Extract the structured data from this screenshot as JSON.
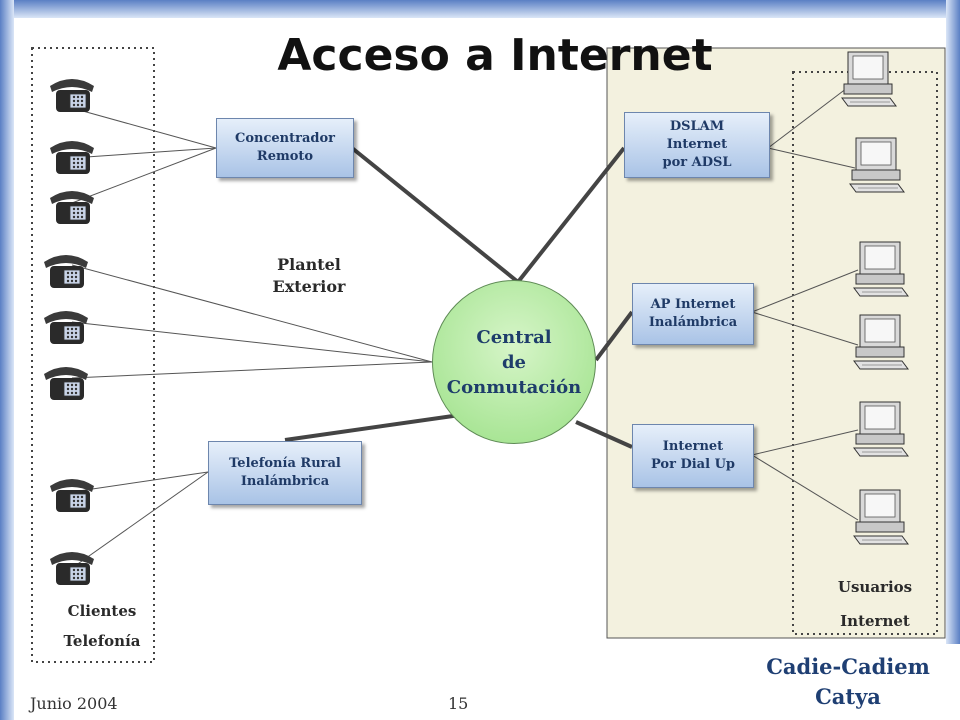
{
  "title": "Acceso a Internet",
  "nodes": {
    "concentrador": "Concentrador\nRemoto",
    "telefonia_rural": "Telefonía Rural\nInalámbrica",
    "central": "Central\nde\nConmutación",
    "dslam": "DSLAM\nInternet\n por ADSL",
    "ap": "AP Internet\nInalámbrica",
    "dialup": "Internet\nPor Dial Up"
  },
  "labels": {
    "plantel": "Plantel\nExterior",
    "clientes": "Clientes\nTelefonía",
    "usuarios": "Usuarios\nInternet"
  },
  "footer": {
    "date": "Junio 2004",
    "page": "15",
    "brand": "Cadie-Cadiem\nCatya"
  },
  "icons": {
    "phone": "telephone-icon",
    "computer": "computer-icon"
  },
  "colors": {
    "node_fill": "#a9c3e6",
    "central_fill": "#9be086",
    "panel_fill": "#f3f1df",
    "frame": "#5a7fc4",
    "brand_text": "#1f3f73"
  }
}
